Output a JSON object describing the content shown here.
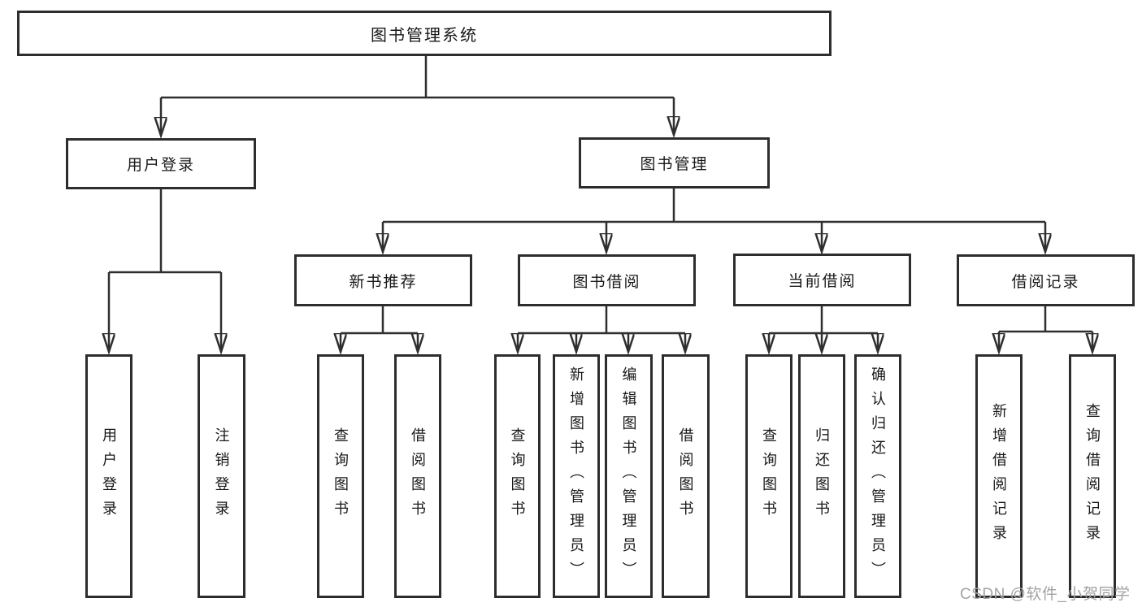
{
  "tree": {
    "root": "图书管理系统",
    "level2": [
      "用户登录",
      "图书管理"
    ],
    "level3": [
      "新书推荐",
      "图书借阅",
      "当前借阅",
      "借阅记录"
    ],
    "leaves": {
      "user_login": [
        "用户登录",
        "注销登录"
      ],
      "new_book": [
        "查询图书",
        "借阅图书"
      ],
      "borrow": [
        "查询图书",
        "新增图书（管理员）",
        "编辑图书（管理员）",
        "借阅图书"
      ],
      "current": [
        "查询图书",
        "归还图书",
        "确认归还（管理员）"
      ],
      "records": [
        "新增借阅记录",
        "查询借阅记录"
      ]
    }
  },
  "watermark": "CSDN @软件_小贺同学",
  "colors": {
    "line": "#2f2f2f",
    "border": "#2d2d2d",
    "text": "#181818",
    "watermark": "#a3a3a3",
    "background": "#ffffff"
  }
}
